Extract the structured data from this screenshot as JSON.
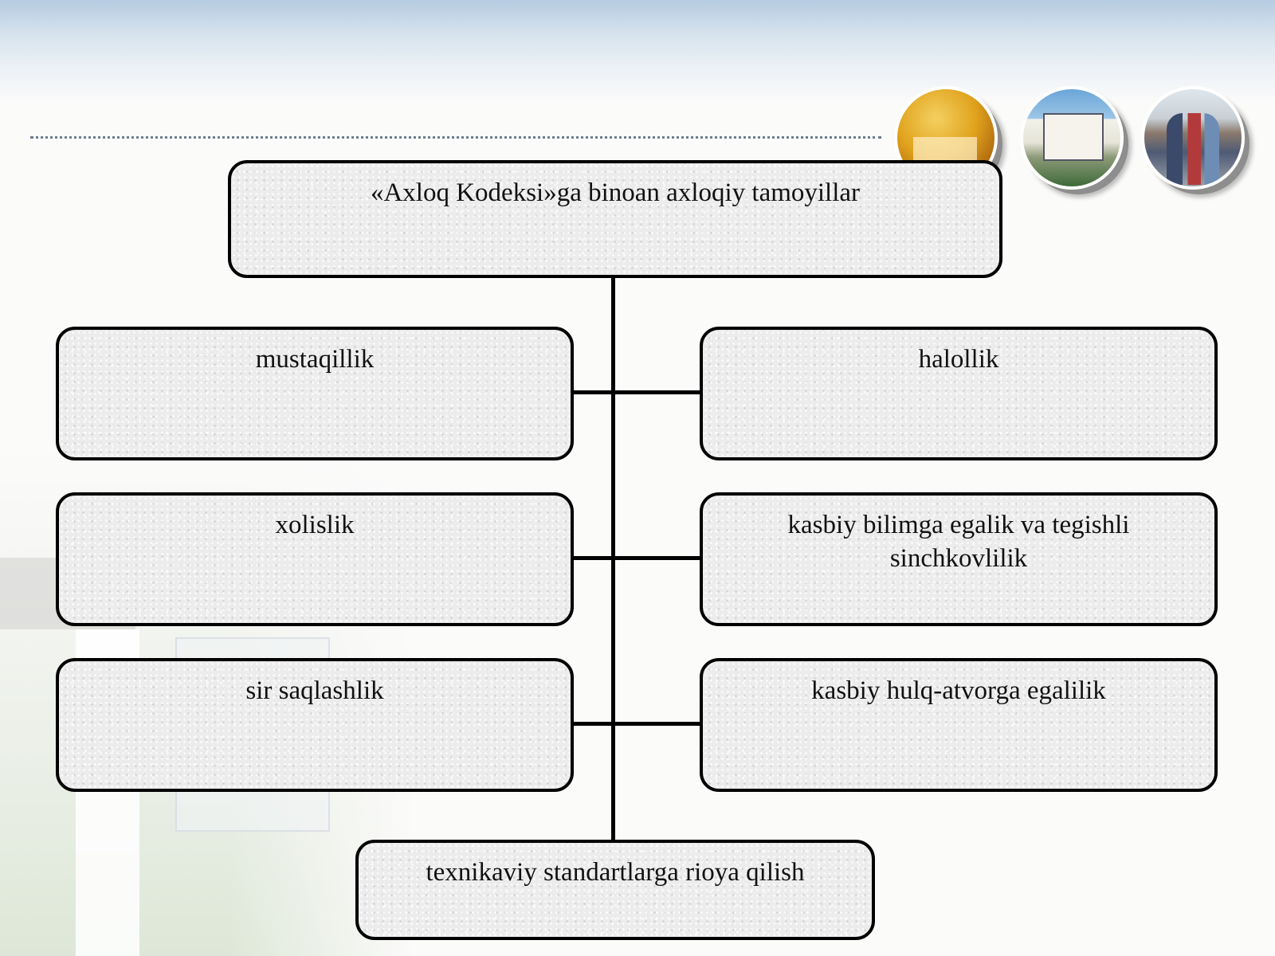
{
  "diagram": {
    "root": {
      "label": "«Axloq Kodeksi»ga binoan axloqiy tamoyillar"
    },
    "left_nodes": [
      {
        "label": "mustaqillik"
      },
      {
        "label": "xolislik"
      },
      {
        "label": "sir saqlashlik"
      }
    ],
    "right_nodes": [
      {
        "label": "halollik"
      },
      {
        "label": "kasbiy bilimga egalik va tegishli sinchkovlilik"
      },
      {
        "label": "kasbiy hulq-atvorga egalilik"
      }
    ],
    "bottom_node": {
      "label": "texnikaviy standartlarga rioya qilish"
    }
  },
  "decorations": {
    "photos": [
      "kitchen-interior-photo",
      "house-exterior-photo",
      "family-photo"
    ]
  }
}
